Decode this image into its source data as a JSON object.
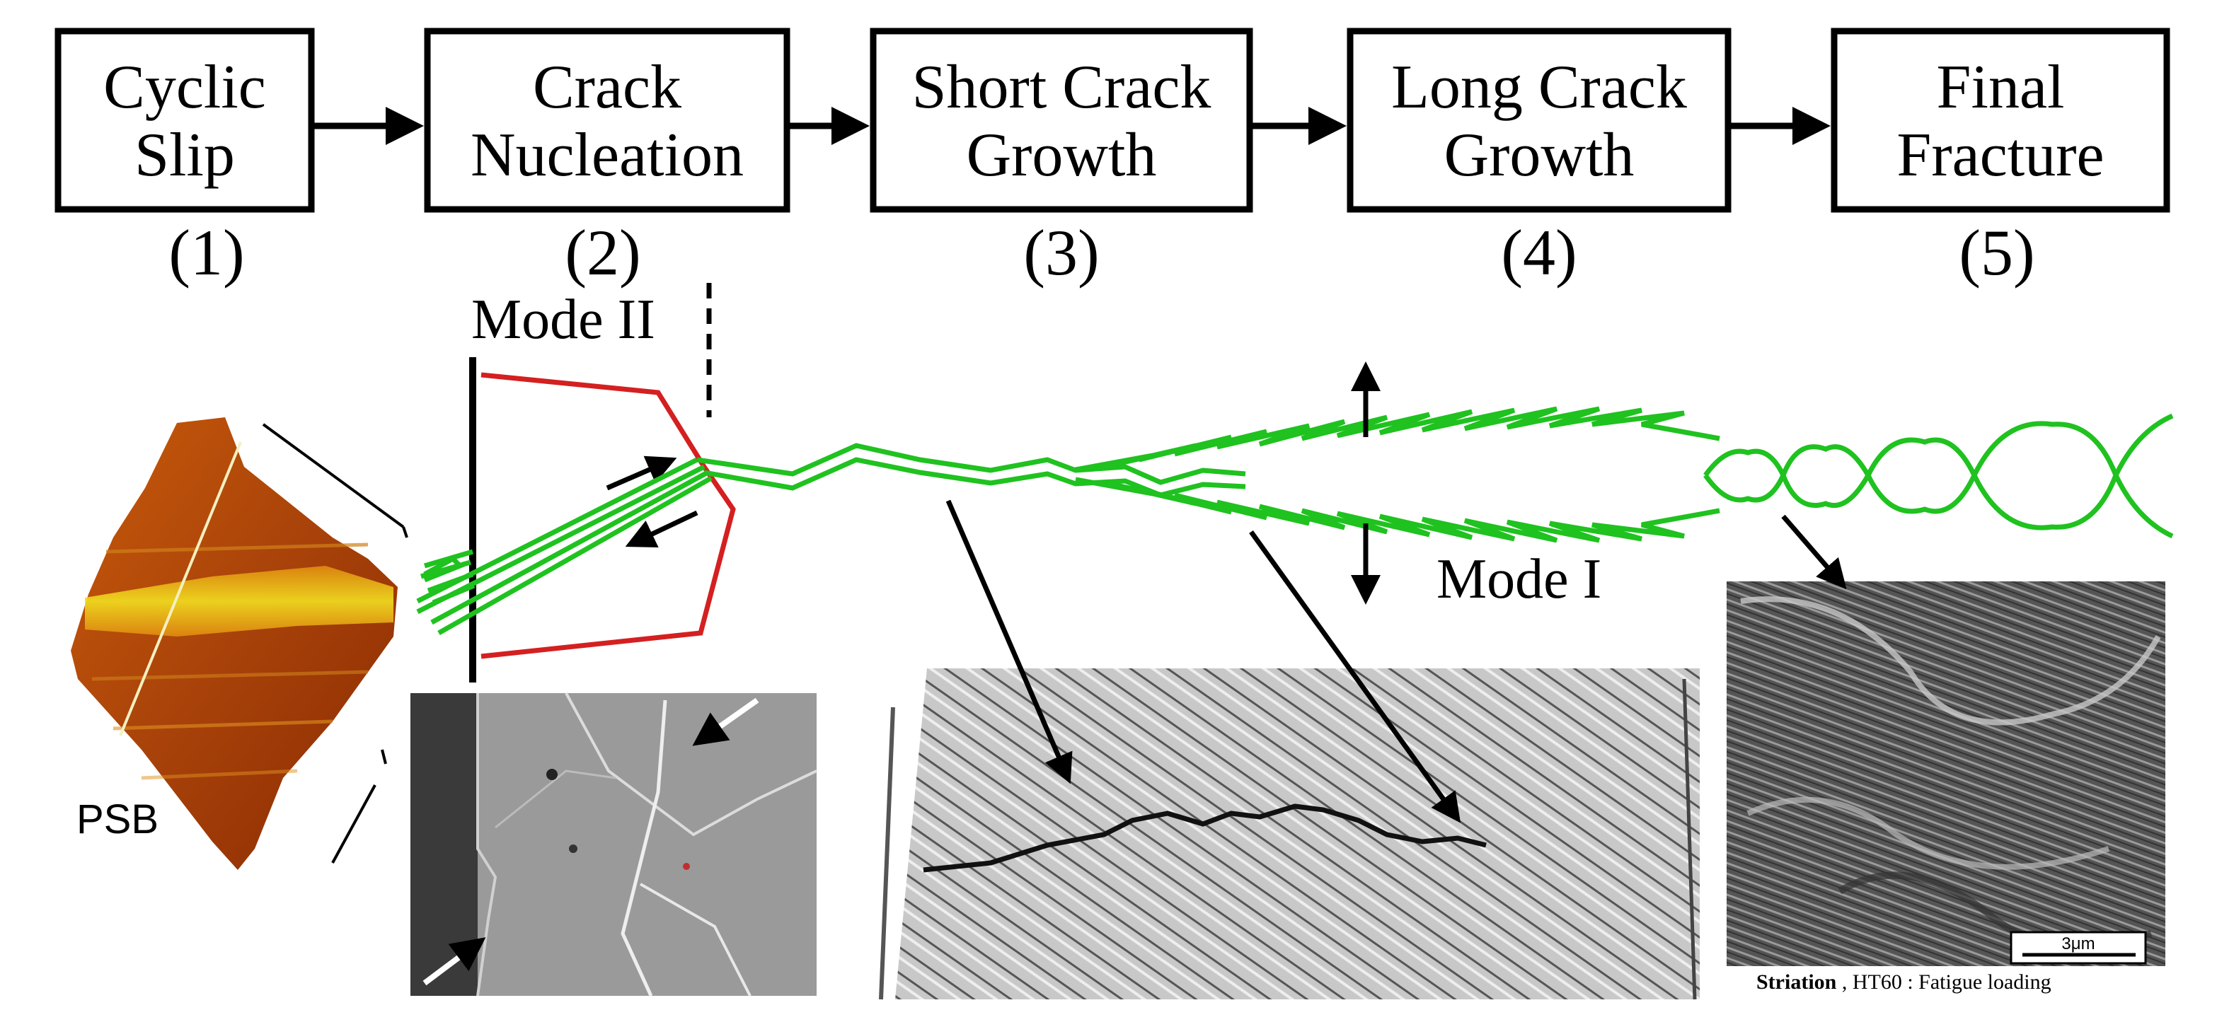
{
  "stages": [
    {
      "line1": "Cyclic",
      "line2": "Slip",
      "number": "(1)"
    },
    {
      "line1": "Crack",
      "line2": "Nucleation",
      "number": "(2)"
    },
    {
      "line1": "Short Crack",
      "line2": "Growth",
      "number": "(3)"
    },
    {
      "line1": "Long Crack",
      "line2": "Growth",
      "number": "(4)"
    },
    {
      "line1": "Final",
      "line2": "Fracture",
      "number": "(5)"
    }
  ],
  "labels": {
    "mode_two": "Mode II",
    "mode_one": "Mode I",
    "psb": "PSB"
  },
  "micrograph": {
    "scale_bar": "3μm",
    "caption_bold": "Striation",
    "caption_rest": " , HT60 : Fatigue loading"
  },
  "colors": {
    "crack_path": "#1fc21f",
    "grain_outline": "#d42020",
    "psb_dark": "#8a2a00",
    "psb_mid": "#c85a0a",
    "psb_highlight": "#f2e020"
  }
}
